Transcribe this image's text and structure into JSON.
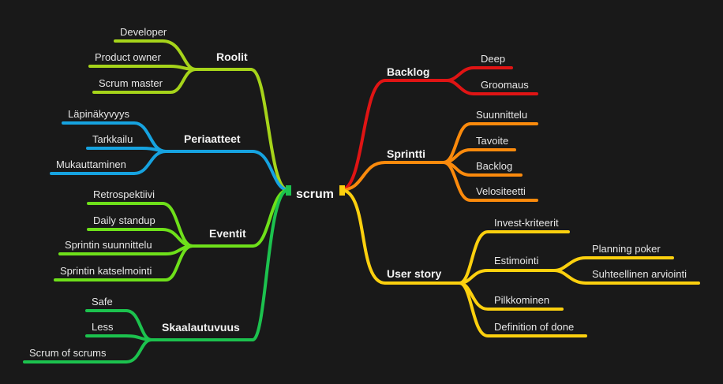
{
  "root": {
    "label": "scrum"
  },
  "branches": [
    {
      "label": "Roolit",
      "side": "left",
      "color": "#a6d41a",
      "children": [
        {
          "label": "Developer"
        },
        {
          "label": "Product owner"
        },
        {
          "label": "Scrum master"
        }
      ]
    },
    {
      "label": "Periaatteet",
      "side": "left",
      "color": "#16a3e0",
      "children": [
        {
          "label": "Läpinäkyvyys"
        },
        {
          "label": "Tarkkailu"
        },
        {
          "label": "Mukauttaminen"
        }
      ]
    },
    {
      "label": "Eventit",
      "side": "left",
      "color": "#6ee01a",
      "children": [
        {
          "label": "Retrospektiivi"
        },
        {
          "label": "Daily standup"
        },
        {
          "label": "Sprintin suunnittelu"
        },
        {
          "label": "Sprintin katselmointi"
        }
      ]
    },
    {
      "label": "Skaalautuvuus",
      "side": "left",
      "color": "#1cc24e",
      "children": [
        {
          "label": "Safe"
        },
        {
          "label": "Less"
        },
        {
          "label": "Scrum of scrums"
        }
      ]
    },
    {
      "label": "Backlog",
      "side": "right",
      "color": "#e01414",
      "children": [
        {
          "label": "Deep"
        },
        {
          "label": "Groomaus"
        }
      ]
    },
    {
      "label": "Sprintti",
      "side": "right",
      "color": "#fb8a0c",
      "children": [
        {
          "label": "Suunnittelu"
        },
        {
          "label": "Tavoite"
        },
        {
          "label": "Backlog"
        },
        {
          "label": "Velositeetti"
        }
      ]
    },
    {
      "label": "User story",
      "side": "right",
      "color": "#fcd00e",
      "children": [
        {
          "label": "Invest-kriteerit"
        },
        {
          "label": "Estimointi",
          "children": [
            {
              "label": "Planning poker"
            },
            {
              "label": "Suhteellinen arviointi"
            }
          ]
        },
        {
          "label": "Pilkkominen"
        },
        {
          "label": "Definition of done"
        }
      ]
    }
  ]
}
